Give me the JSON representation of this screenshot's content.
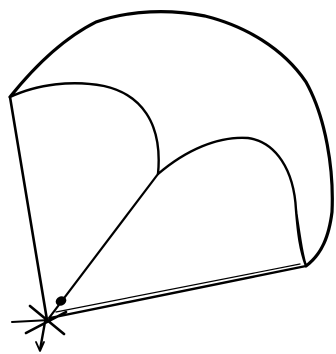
{
  "drawing": {
    "kind": "line-sketch",
    "ink_color": "#000000",
    "background_color": "#ffffff",
    "elements": [
      "outer-dome-outline",
      "inner-left-arc",
      "inner-right-arc",
      "left-panel-edge",
      "center-spoke",
      "bottom-base-edge",
      "right-inner-edge",
      "vertex-cross-marker",
      "vertex-dot",
      "vertex-tail-arrow"
    ]
  }
}
